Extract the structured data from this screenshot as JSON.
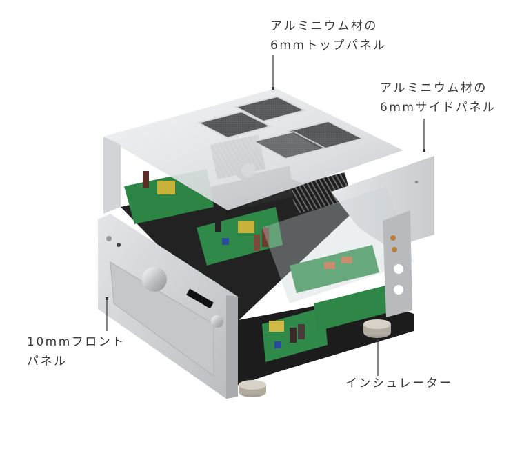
{
  "diagram": {
    "subject": "amplifier-exploded-view",
    "colors": {
      "text": "#3a3a3a",
      "leader": "#444444",
      "aluminum_light": "#e9eaec",
      "aluminum_mid": "#c9cbcf",
      "aluminum_dark": "#a7a9ad",
      "vent_mesh": "#5a5c60",
      "pcb_green": "#2f8a4a",
      "chassis_black": "#1a1a1a",
      "heatsink": "#2a2a2a",
      "insulator": "#b8b0a4"
    },
    "callouts": [
      {
        "id": "top-panel",
        "lines": [
          "アルミニウム材の",
          "6mmトップパネル"
        ]
      },
      {
        "id": "side-panel",
        "lines": [
          "アルミニウム材の",
          "6mmサイドパネル"
        ]
      },
      {
        "id": "front-panel",
        "lines": [
          "10mmフロント",
          "パネル"
        ]
      },
      {
        "id": "insulator",
        "lines": [
          "インシュレーター"
        ]
      }
    ]
  }
}
